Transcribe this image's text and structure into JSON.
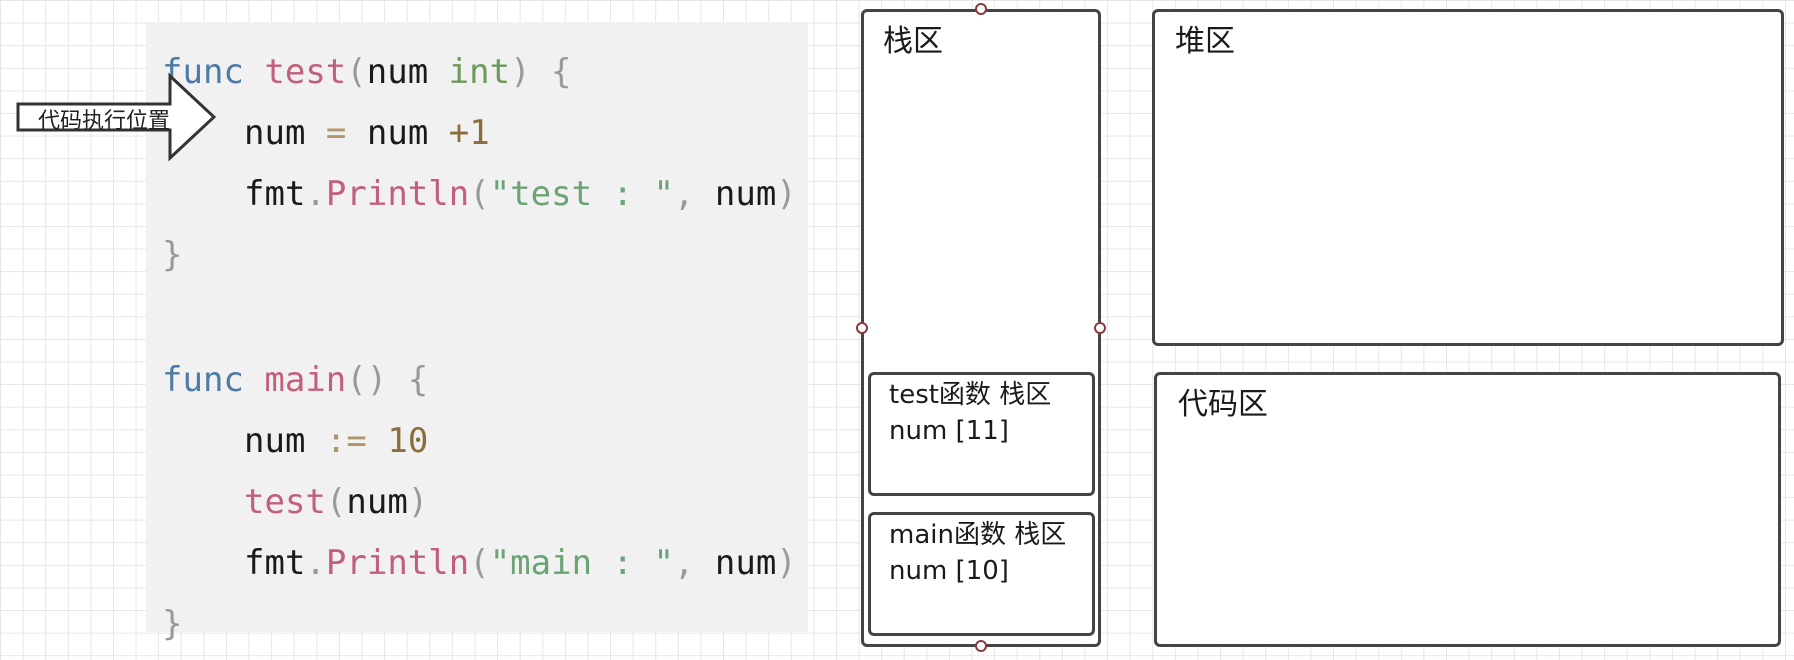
{
  "code": {
    "test_func": {
      "kw": "func",
      "name": "test",
      "param": "num",
      "type": "int",
      "line2_lhs": "num",
      "line2_eq": "=",
      "line2_rhs": "num",
      "line2_inc": "+1",
      "print_obj": "fmt",
      "print_fn": "Println",
      "print_str": "\"test : \"",
      "print_arg": "num",
      "close": "}"
    },
    "main_func": {
      "kw": "func",
      "name": "main",
      "parens": "()",
      "open": "{",
      "decl_var": "num",
      "decl_op": ":=",
      "decl_val": "10",
      "call_fn": "test",
      "call_arg": "num",
      "print_obj": "fmt",
      "print_fn": "Println",
      "print_str": "\"main : \"",
      "print_arg": "num",
      "close": "}"
    }
  },
  "pointer": {
    "label": "代码执行位置"
  },
  "memory": {
    "stack": {
      "label": "栈区",
      "frames": [
        {
          "title": "test函数 栈区",
          "var": "num [11]"
        },
        {
          "title": "main函数 栈区",
          "var": "num [10]"
        }
      ]
    },
    "heap": {
      "label": "堆区"
    },
    "code_area": {
      "label": "代码区"
    }
  }
}
